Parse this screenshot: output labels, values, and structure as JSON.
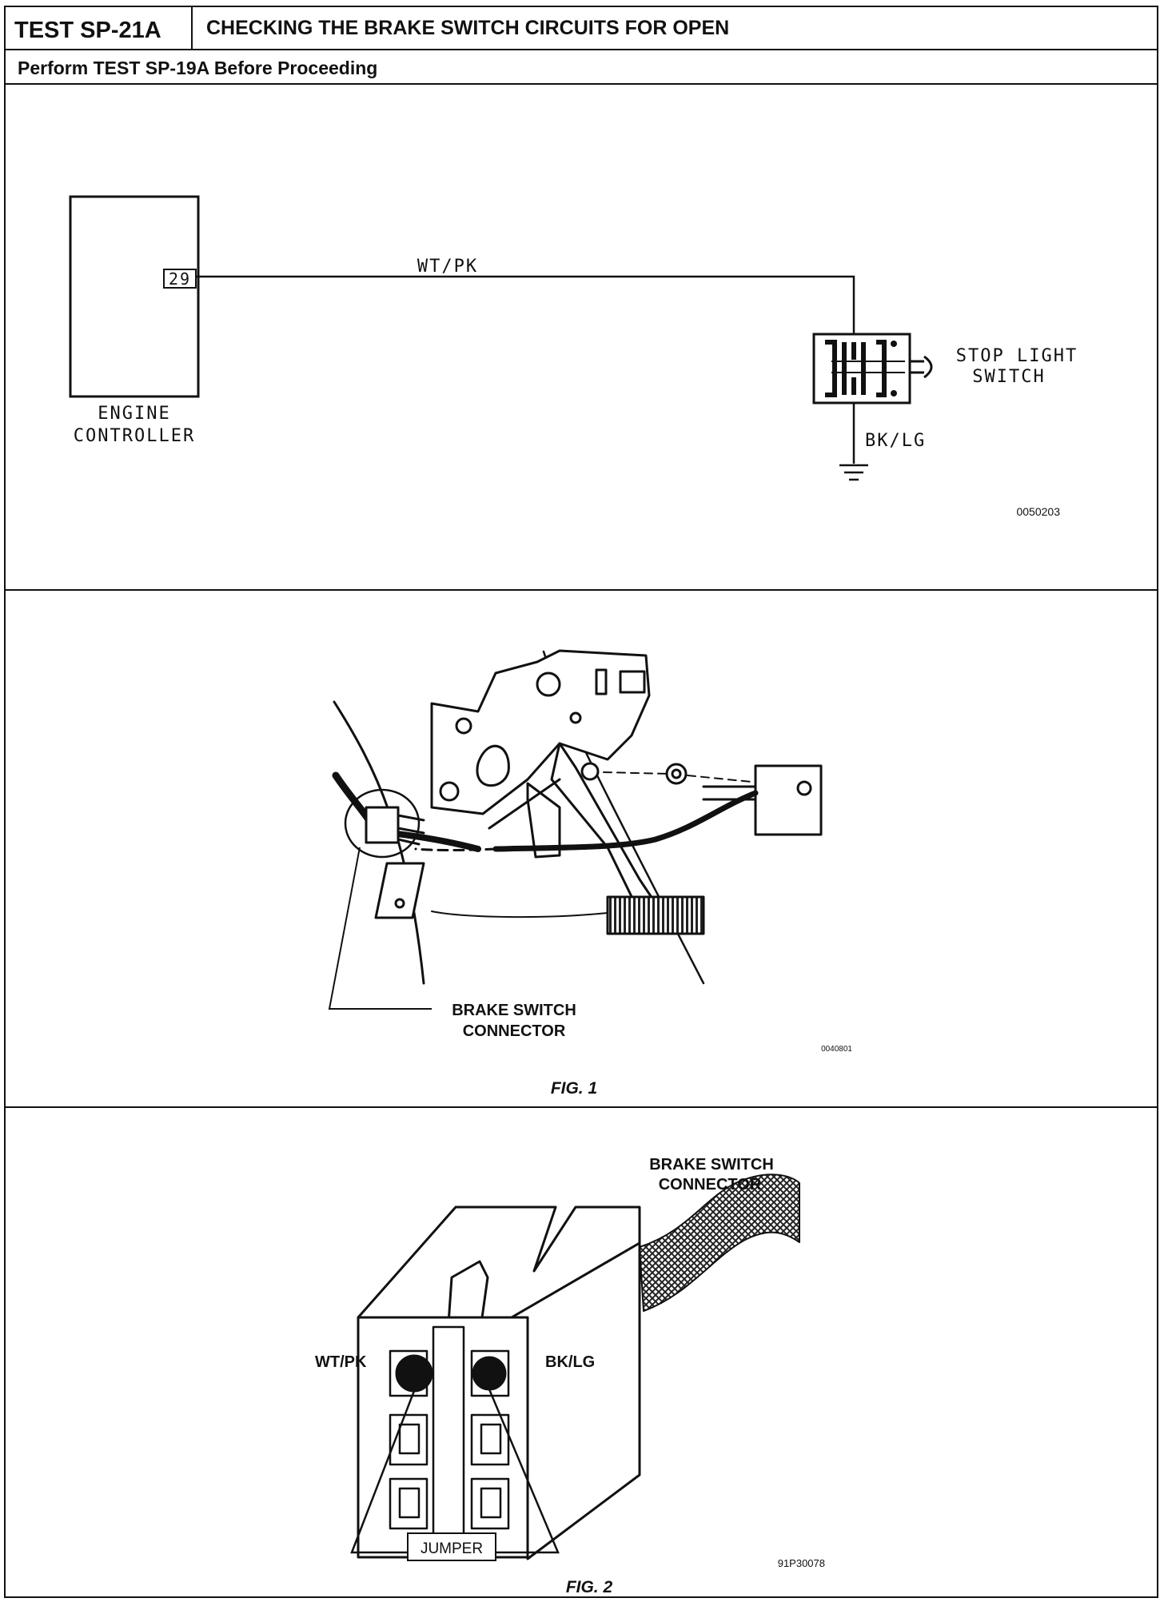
{
  "header": {
    "test_id": "TEST SP-21A",
    "title": "CHECKING THE BRAKE SWITCH CIRCUITS FOR OPEN",
    "subtitle": "Perform TEST SP-19A Before Proceeding"
  },
  "schematic": {
    "controller_label_line1": "ENGINE",
    "controller_label_line2": "CONTROLLER",
    "pin_number": "29",
    "wire_top": "WT/PK",
    "switch_label_line1": "STOP LIGHT",
    "switch_label_line2": "SWITCH",
    "wire_bottom": "BK/LG",
    "figure_code": "0050203"
  },
  "fig1": {
    "connector_label_line1": "BRAKE SWITCH",
    "connector_label_line2": "CONNECTOR",
    "figure_code": "0040801",
    "caption": "FIG. 1"
  },
  "fig2": {
    "connector_label_line1": "BRAKE SWITCH",
    "connector_label_line2": "CONNECTOR",
    "left_wire": "WT/PK",
    "right_wire": "BK/LG",
    "jumper_label": "JUMPER",
    "figure_code": "91P30078",
    "caption": "FIG. 2"
  },
  "colors": {
    "ink": "#111111",
    "paper": "#ffffff"
  }
}
